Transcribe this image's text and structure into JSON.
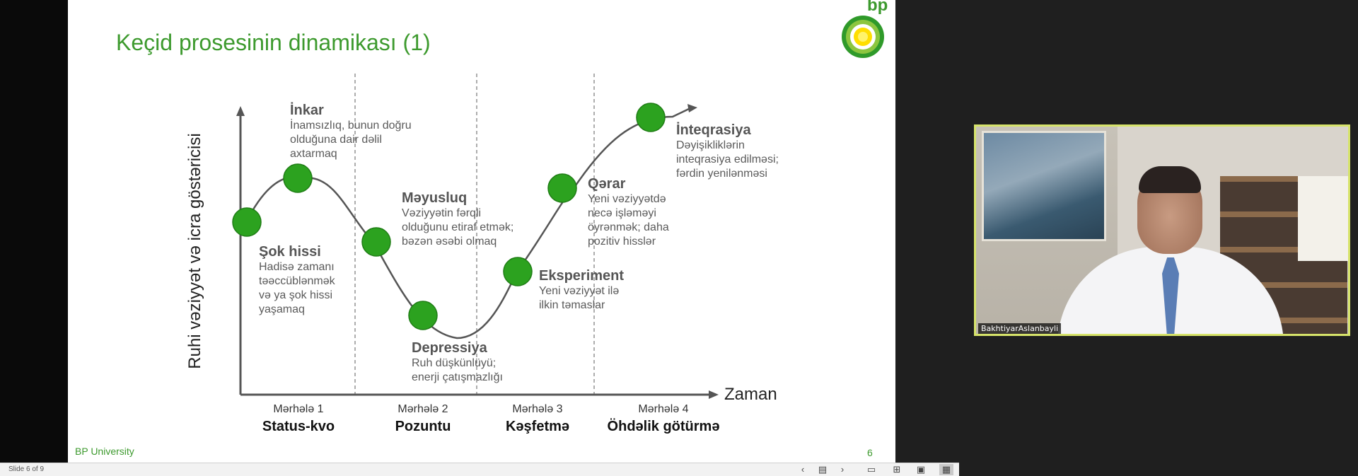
{
  "slide": {
    "title": "Keçid prosesinin dinamikası (1)",
    "logo_text": "bp",
    "footer": "BP University",
    "page_number": "6",
    "y_axis_label": "Ruhi vəziyyət və icra göstəricisi",
    "x_axis_label": "Zaman",
    "phases": [
      {
        "heading": "İnkar",
        "text": [
          "İnamsızlıq, bunun doğru",
          "olduğuna dair dəlil",
          "axtarmaq"
        ]
      },
      {
        "heading": "Şok hissi",
        "text": [
          "Hadisə zamanı",
          "təəccüblənmək",
          "və ya şok hissi",
          "yaşamaq"
        ]
      },
      {
        "heading": "Məyusluq",
        "text": [
          "Vəziyyətin fərqli",
          "olduğunu etiraf etmək;",
          "bəzən əsəbi olmaq"
        ]
      },
      {
        "heading": "Depressiya",
        "text": [
          "Ruh düşkünlüyü;",
          "enerji çatışmazlığı"
        ]
      },
      {
        "heading": "Eksperiment",
        "text": [
          "Yeni vəziyyət ilə",
          "ilkin təmaslar"
        ]
      },
      {
        "heading": "Qərar",
        "text": [
          "Yeni vəziyyətdə",
          "necə işləməyi",
          "öyrənmək; daha",
          "pozitiv hisslər"
        ]
      },
      {
        "heading": "İnteqrasiya",
        "text": [
          "Dəyişikliklərin",
          "inteqrasiya edilməsi;",
          "fərdin yenilənməsi"
        ]
      }
    ],
    "stages": [
      {
        "number": "Mərhələ 1",
        "title": "Status-kvo"
      },
      {
        "number": "Mərhələ 2",
        "title": "Pozuntu"
      },
      {
        "number": "Mərhələ 3",
        "title": "Kəşfetmə"
      },
      {
        "number": "Mərhələ 4",
        "title": "Öhdəlik götürmə"
      }
    ]
  },
  "statusbar": {
    "slide_count": "Slide 6 of 9",
    "icons": [
      "prev-icon",
      "slide-menu-icon",
      "next-icon",
      "normal-view-icon",
      "slide-sorter-icon",
      "reading-view-icon",
      "slideshow-icon"
    ]
  },
  "video": {
    "participant_name": "BakhtiyarAslanbayli"
  },
  "colors": {
    "accent": "#3d9a2e",
    "node": "#2ca21f",
    "tile_border": "#d6e36a"
  }
}
